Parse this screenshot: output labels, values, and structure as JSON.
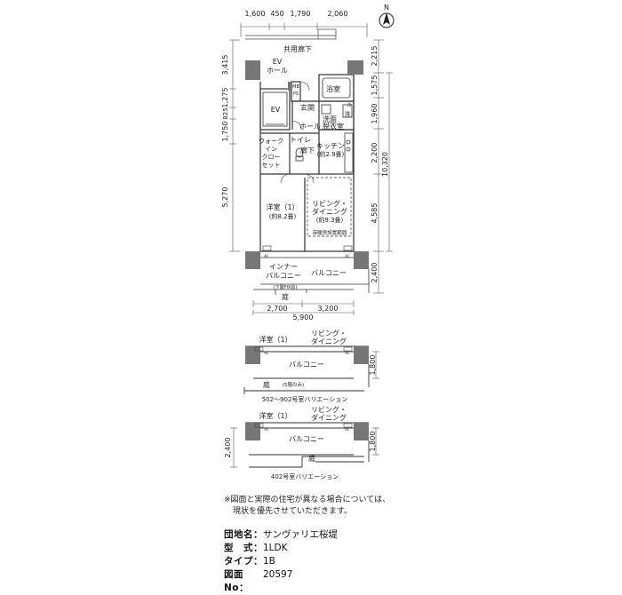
{
  "dims": {
    "top": [
      "1,600",
      "450",
      "1,790",
      "2,060"
    ],
    "left": [
      "3,415",
      "1,275",
      "825",
      "1,750",
      "5,270"
    ],
    "right_a": [
      "2,215",
      "1,575",
      "1,960",
      "2,200",
      "4,585",
      "2,400"
    ],
    "right_total": "10,320",
    "bottom": [
      "2,700",
      "3,200"
    ],
    "bottom_total": "5,900",
    "var1_right": "1,800",
    "var2_left": "2,400",
    "var2_right": "1,800"
  },
  "north_label": "N",
  "rooms": {
    "corridor": "共用廊下",
    "ev_hall_1": "EV",
    "ev_hall_2": "ホール",
    "ev": "EV",
    "mb": "MB",
    "ps": "PS",
    "bath": "浴室",
    "genkan": "玄関",
    "wash_1": "洗面",
    "wash_2": "脱衣室",
    "hall": "ホール",
    "sentaku": "洗",
    "reizo": "冷",
    "wic_1": "ウォーク",
    "wic_2": "イン",
    "wic_3": "クロー",
    "wic_4": "セット",
    "toilet": "トイレ",
    "rouka": "廊下",
    "kitchen_1": "キッチン",
    "kitchen_2": "(約2.9畳)",
    "yoshitsu_1": "洋室（1）",
    "yoshitsu_2": "(約8.2畳)",
    "living_1": "リビング・",
    "living_2": "ダイニング",
    "living_3": "(約9.3畳)",
    "floor_heat": "床暖房設置範囲",
    "inner_1": "インナー",
    "inner_2": "バルコニー",
    "balcony": "バルコニー",
    "niwa": "庭",
    "ac_1": "AC",
    "ac_2": "AC",
    "garden_note": "(下層FIX窓)"
  },
  "variation1": {
    "yoshitsu": "洋室（1）",
    "living_1": "リビング・",
    "living_2": "ダイニング",
    "balcony": "バルコニー",
    "niwa": "庭",
    "niwa_note": "(5階のみ)",
    "caption": "502～902号室バリエーション",
    "ac_1": "AC",
    "ac_2": "AC"
  },
  "variation2": {
    "yoshitsu": "洋室（1）",
    "living_1": "リビング・",
    "living_2": "ダイニング",
    "balcony": "バルコニー",
    "niwa": "庭",
    "caption": "402号室バリエーション",
    "ac_1": "AC",
    "ac_2": "AC"
  },
  "note": {
    "line1": "※図面と実際の住宅が異なる場合については、",
    "line2": "現状を優先させていただきます。"
  },
  "info": {
    "estate_label": "団地名：",
    "estate_value": "サンヴァリエ桜堤",
    "type_label": "型　式：",
    "type_value": "1LDK",
    "kind_label": "タイプ：",
    "kind_value": "1B",
    "number_label": "図面No：",
    "number_value": "20597"
  }
}
